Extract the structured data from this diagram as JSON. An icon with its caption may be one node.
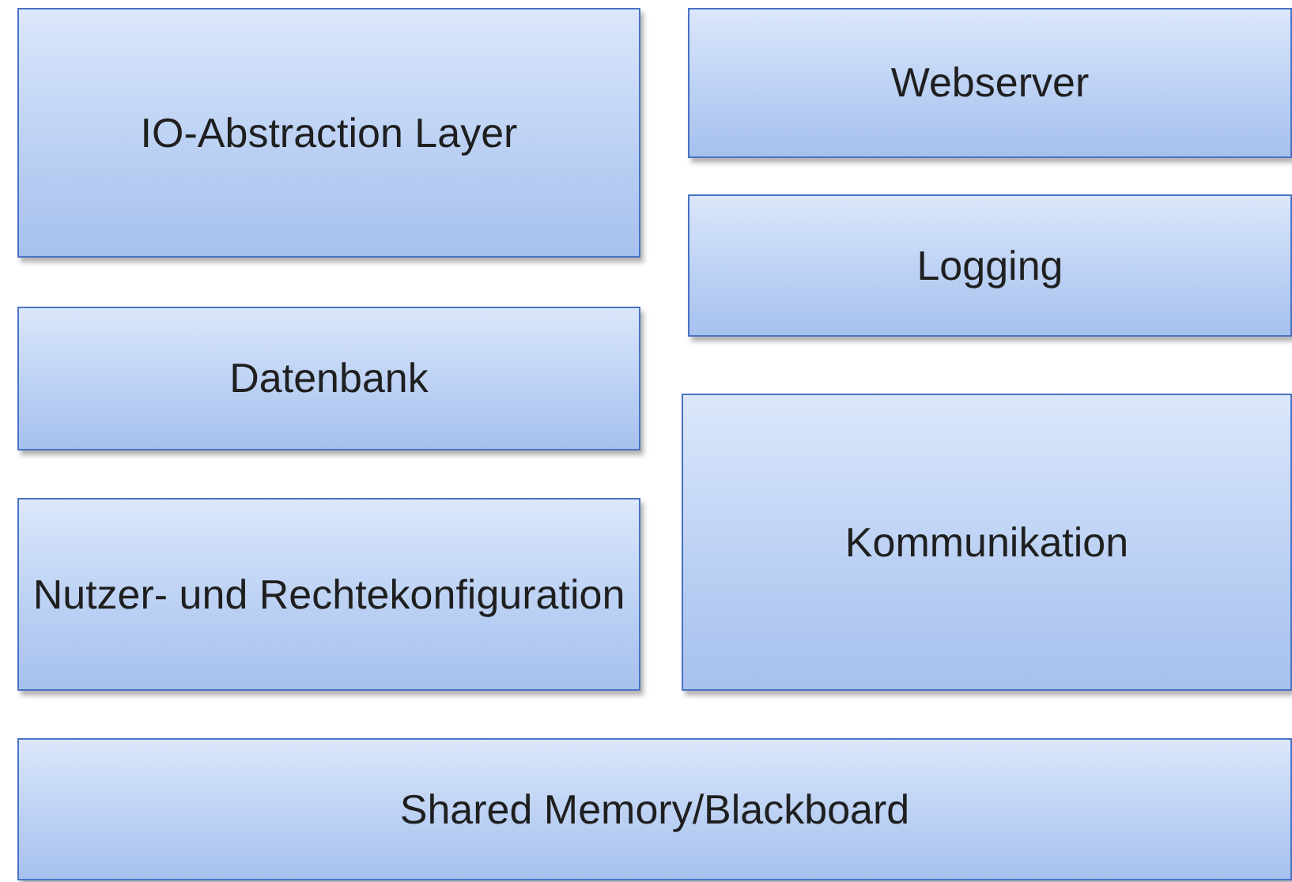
{
  "diagram": {
    "nodes": [
      {
        "text": [
          "IO-Abstraction Layer"
        ]
      },
      {
        "text": [
          "Webserver"
        ]
      },
      {
        "text": [
          "Logging"
        ]
      },
      {
        "text": [
          "Datenbank"
        ]
      },
      {
        "text": [
          "Nutzer- und Rechtekonfiguration"
        ]
      },
      {
        "text": [
          "Kommunikation"
        ]
      },
      {
        "text": [
          "Shared Memory/Blackboard"
        ]
      }
    ]
  }
}
